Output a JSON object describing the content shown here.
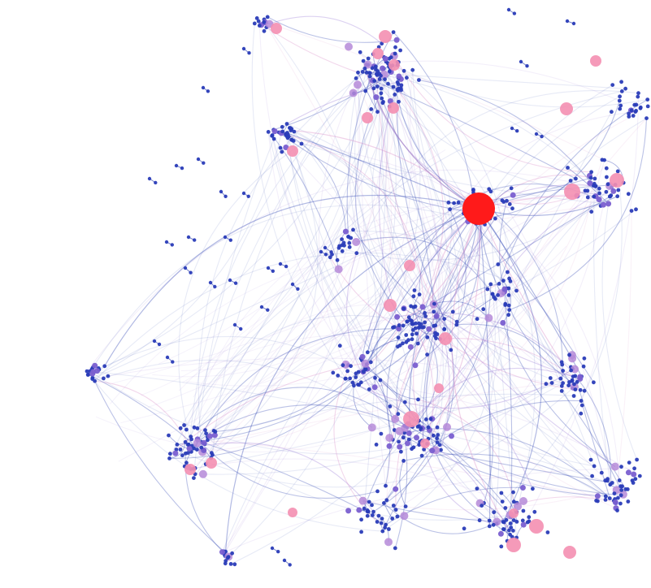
{
  "graph": {
    "type": "network-graph",
    "labels": "none",
    "colors": {
      "background": "#ffffff",
      "node_small": "#2a3cb8",
      "node_mid": "#7a5fd0",
      "node_lavender": "#b58ad8",
      "node_pink": "#f48fb1",
      "node_hub": "#ff1a1a",
      "edge_blue": "#3d4fb8",
      "edge_violet": "#9a7bd8",
      "edge_pink": "#d98fc8"
    },
    "node_kinds": [
      "small-blue",
      "medium-violet",
      "lavender",
      "pink",
      "hub-red"
    ]
  }
}
